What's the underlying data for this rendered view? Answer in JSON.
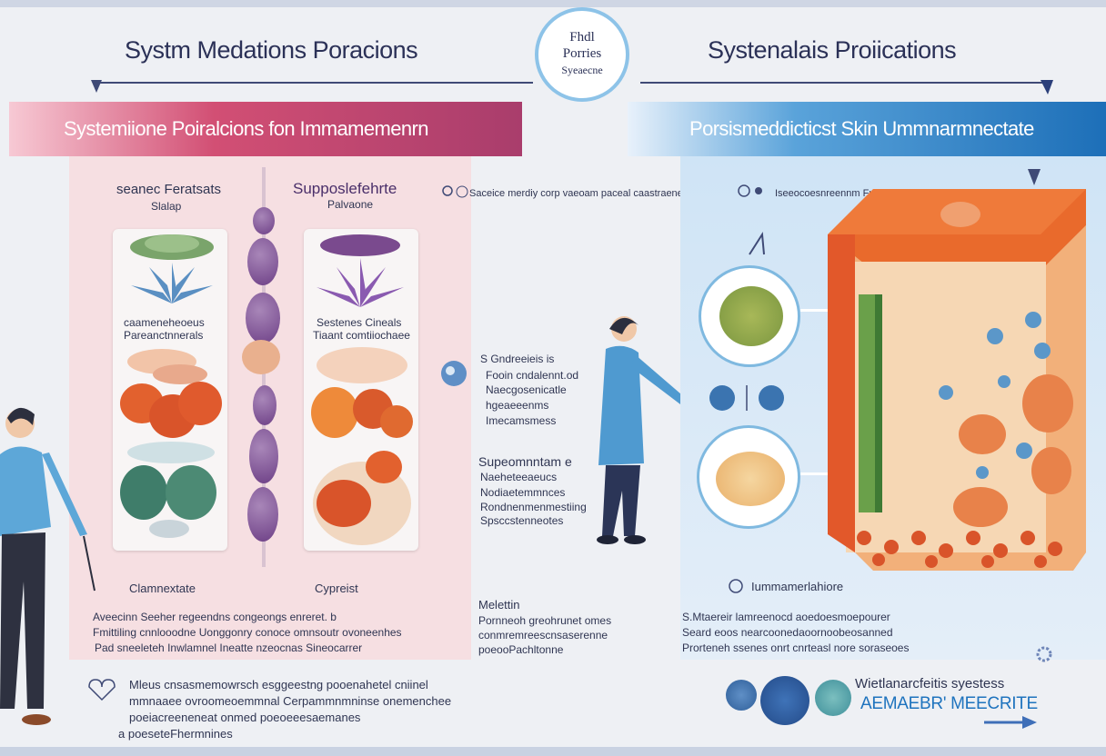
{
  "header": {
    "left_title": "Systm Medations Poracions",
    "right_title": "Systenalais Proiications"
  },
  "badge": {
    "line1": "Fhdl",
    "line2": "Porries",
    "line3": "Syeaecne"
  },
  "banners": {
    "left": "Systemiione Poiralcions fon Immamemenrn",
    "right": "Porsismeddicticst Skin Ummnarmnectate"
  },
  "left_panel": {
    "col1_heading": "seanec Feratsats",
    "col1_sub": "Slalap",
    "col2_heading": "Supposlefehrte",
    "col2_sub": "Palvaone",
    "col1_mid_line1": "caameneheoeus",
    "col1_mid_line2": "Pareanctnnerals",
    "col2_mid_line1": "Sestenes Cineals",
    "col2_mid_line2": "Tiaant comtiiochaee",
    "col1_footer": "Clamnextate",
    "col2_footer": "Cypreist",
    "note_line1": "Aveecinn Seeher regeendns congeongs enreret. b",
    "note_line2": "Fmittiling cnnlooodne Uonggonry conoce omnsoutr ovoneenhes",
    "note_line3": "Pad sneeleteh Inwlamnel Ineatte nzeocnas Sineocarrer"
  },
  "center": {
    "top_note": "Saceice merdiy corp vaeoam paceal caastraenetcurer",
    "block1_line1": "S Gndreeieis is",
    "block1_line2": "Fooin cndalennt.od",
    "block1_line3": "Naecgosenicatle",
    "block1_line4": "hgeaeeenms",
    "block1_line5": "Imecamsmess",
    "block2_title": "Supeomnntam e",
    "block2_line1": "Naeheteeaeucs",
    "block2_line2": "Nodiaetemmnces",
    "block2_line3": "Rondnenmenmestiing",
    "block2_line4": "Spsccstenneotes",
    "block3_title": "Melettin",
    "block3_line1": "Pornneoh greohrunet omes",
    "block3_line2": "conmremreescnsaserenne",
    "block3_line3": "poeooPachltonne"
  },
  "right_panel": {
    "top_note": "Iseeocoesnreennm Fuenomu",
    "label": "Iummamerlahiore",
    "note_line1": "S.Mtaereir lamreenocd aoedoesmoepourer",
    "note_line2": "Seard eoos nearcoonedaoornoobeosanned",
    "note_line3": "Prorteneh ssenes onrt cnrteasl nore soraseoes"
  },
  "bottom_left": {
    "line1": "Mleus cnsasmemowrsch esggeestng pooenahetel cniinel",
    "line2": "mmnaaee ovroomeoemmnal Cerpammnmninse onemenchee",
    "line3": "poeiacreeneneat onmed poeoeeesaemanes",
    "line4": "a poeseteFhermnines"
  },
  "bottom_right": {
    "line1": "Wietlanarcfeitis syestess",
    "line2": "AEMAEBR' MEECRITE"
  },
  "colors": {
    "navy": "#2b3157",
    "banner_left": "#a93d6c",
    "banner_right": "#1d6fb8",
    "accent_blue": "#1e73be"
  }
}
